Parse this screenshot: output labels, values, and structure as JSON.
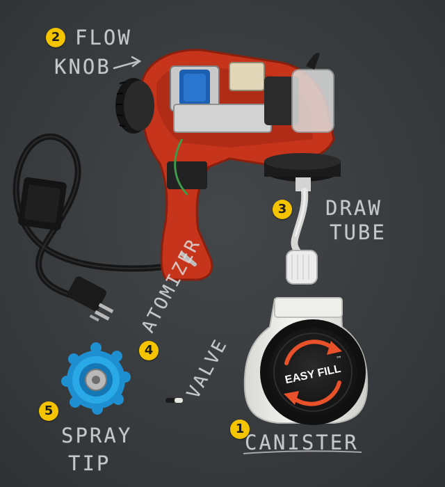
{
  "labels": {
    "flow_knob": {
      "number": "2",
      "line1": "FLOW",
      "line2": "KNOB"
    },
    "draw_tube": {
      "number": "3",
      "line1": "DRAW",
      "line2": "TUBE"
    },
    "atomizer_valve": {
      "number": "4",
      "line1": "ATOMIZER",
      "line2": "VALVE"
    },
    "spray_tip": {
      "number": "5",
      "line1": "SPRAY",
      "line2": "TIP"
    },
    "canister": {
      "number": "1",
      "line1": "CANISTER"
    }
  },
  "canister_lid_text": "EASY FILL",
  "canister_lid_mark": "™",
  "colors": {
    "chalkboard": "#3a3d40",
    "badge": "#f5c400",
    "gun_body": "#c5341b",
    "motor_coil": "#1b5fb0",
    "spray_tip": "#29a9e8",
    "lid_arrows": "#e8512a"
  }
}
